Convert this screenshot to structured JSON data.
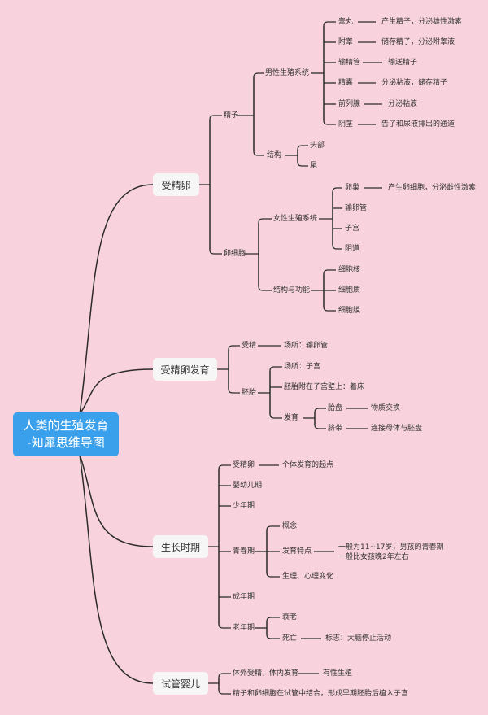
{
  "root": {
    "line1": "人类的生殖发育",
    "line2": "-知犀思维导图"
  },
  "branches": {
    "b1": {
      "label": "受精卵",
      "sperm": {
        "label": "精子",
        "male_system": {
          "label": "男性生殖系统",
          "items": [
            {
              "name": "睾丸",
              "desc": "产生精子，分泌雄性激素"
            },
            {
              "name": "附睾",
              "desc": "储存精子，分泌附睾液"
            },
            {
              "name": "输精管",
              "desc": "输送精子"
            },
            {
              "name": "精囊",
              "desc": "分泌粘液，储存精子"
            },
            {
              "name": "前列腺",
              "desc": "分泌粘液"
            },
            {
              "name": "阴茎",
              "desc": "告了和尿液排出的通道"
            }
          ]
        },
        "structure": {
          "label": "结构",
          "items": [
            "头部",
            "尾"
          ]
        }
      },
      "egg": {
        "label": "卵细胞",
        "female_system": {
          "label": "女性生殖系统",
          "ovary": {
            "name": "卵巢",
            "desc": "产生卵细胞，分泌雌性激素"
          },
          "items": [
            "输卵管",
            "子宫",
            "阴道"
          ]
        },
        "structure_function": {
          "label": "结构与功能",
          "items": [
            "细胞核",
            "细胞质",
            "细胞膜"
          ]
        }
      }
    },
    "b2": {
      "label": "受精卵发育",
      "fertilization": {
        "label": "受精",
        "place": "场所：输卵管"
      },
      "embryo": {
        "label": "胚胎",
        "place": "场所：子宫",
        "attach": "胚胎附在子宫壁上：着床",
        "develop": {
          "label": "发育",
          "placenta": {
            "name": "胎盘",
            "desc": "物质交换"
          },
          "cord": {
            "name": "脐带",
            "desc": "连接母体与胚盘"
          }
        }
      }
    },
    "b3": {
      "label": "生长时期",
      "zygote": {
        "name": "受精卵",
        "desc": "个体发育的起点"
      },
      "infancy": "婴幼儿期",
      "childhood": "少年期",
      "youth": {
        "label": "青春期",
        "concept": "概念",
        "features": {
          "label": "发育特点",
          "desc": "一般为11~17岁，男孩的青春期\n一般比女孩晚2年左右"
        },
        "changes": "生理、心理变化"
      },
      "adult": "成年期",
      "old": {
        "label": "老年期",
        "aging": "衰老",
        "death": {
          "name": "死亡",
          "desc": "标志：大脑停止活动"
        }
      }
    },
    "b4": {
      "label": "试管婴儿",
      "item1": {
        "name": "体外受精，体内发育",
        "desc": "有性生殖"
      },
      "item2": "精子和卵细胞在试管中结合，形成早期胚胎后植入子宫"
    }
  }
}
